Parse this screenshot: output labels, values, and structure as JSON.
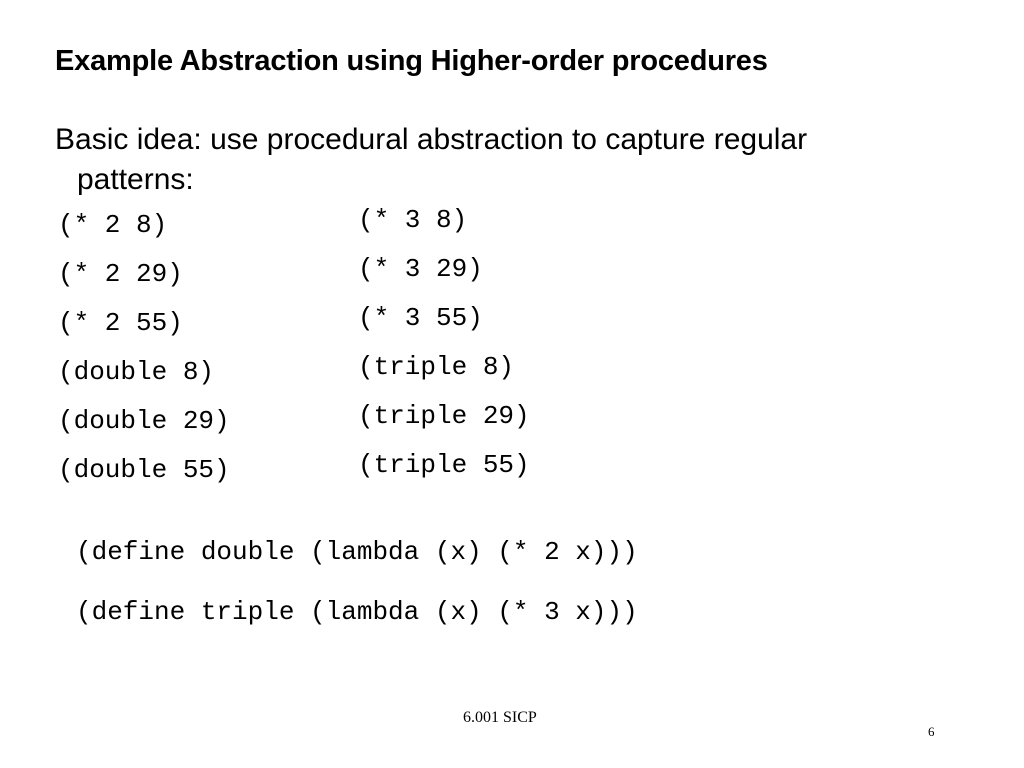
{
  "slide": {
    "title": "Example Abstraction using Higher-order procedures",
    "intro_line1": "Basic idea: use procedural abstraction to capture regular",
    "intro_line2": "patterns:"
  },
  "examples": {
    "left": [
      "(* 2 8)",
      "(* 2 29)",
      "(* 2 55)",
      "(double 8)",
      "(double 29)",
      "(double 55)"
    ],
    "right": [
      "(* 3 8)",
      "(* 3 29)",
      "(* 3 55)",
      "(triple 8)",
      "(triple 29)",
      "(triple 55)"
    ]
  },
  "definitions": [
    "(define double (lambda (x) (* 2 x)))",
    "(define triple (lambda (x) (* 3 x)))"
  ],
  "footer": {
    "course": "6.001 SICP",
    "page": "6"
  }
}
